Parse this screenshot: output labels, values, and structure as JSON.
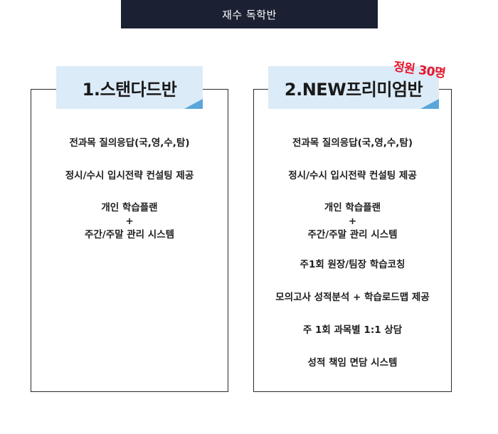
{
  "header": {
    "title": "재수 독학반"
  },
  "plans": [
    {
      "title": "1.스탠다드반",
      "features": [
        "전과목 질의응답(국,영,수,탐)",
        "정시/수시 입시전략 컨설팅 제공",
        "개인 학습플랜",
        "+",
        "주간/주말 관리 시스템"
      ]
    },
    {
      "title": "2.NEW프리미엄반",
      "badge": "정원 30명",
      "features": [
        "전과목 질의응답(국,영,수,탐)",
        "정시/수시 입시전략 컨설팅 제공",
        "개인 학습플랜",
        "+",
        "주간/주말 관리 시스템",
        "주1회 원장/팀장 학습코칭",
        "모의고사 성적분석 + 학습로드맵 제공",
        "주 1회 과목별 1:1 상담",
        "성적 책임 면담 시스템"
      ]
    }
  ],
  "colors": {
    "banner_bg": "#1b2133",
    "title_bg": "#dcebf8",
    "fold_accent": "#5aa6db",
    "badge_text": "#e8152a"
  }
}
